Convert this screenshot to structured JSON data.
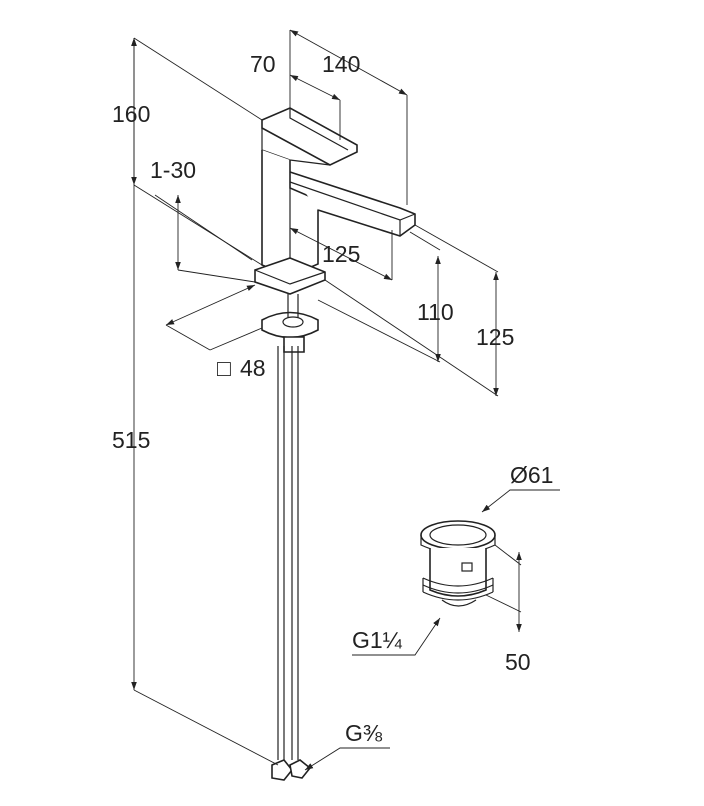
{
  "dimensions": {
    "spout_height_top": "160",
    "lever_width": "70",
    "total_depth": "140",
    "swivel_range": "1-30",
    "spout_reach": "125",
    "spout_clearance": "110",
    "body_height": "125",
    "base_square": "48",
    "total_height": "515",
    "supply_thread": "G⅜",
    "drain_diameter": "Ø61",
    "drain_thread": "G1¼",
    "drain_height": "50"
  },
  "symbols": {
    "square_symbol": "□"
  },
  "colors": {
    "line": "#222222",
    "background": "#ffffff"
  }
}
